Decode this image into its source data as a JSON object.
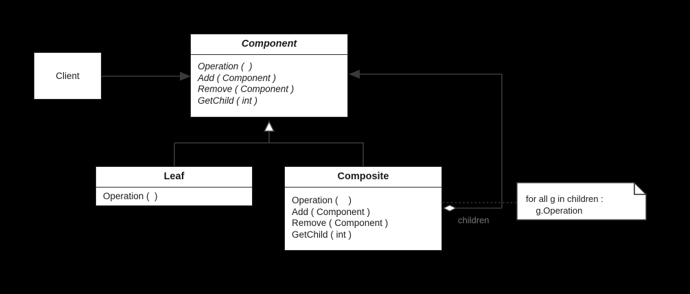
{
  "diagram": {
    "type": "uml-class-diagram",
    "pattern_name": "Composite",
    "background_color": "#000000",
    "box_fill": "#ffffff",
    "line_color": "#3a3a3a",
    "text_color": "#1a1a1a",
    "label_color": "#777777"
  },
  "classes": {
    "client": {
      "name": "Client",
      "abstract": false,
      "operations": []
    },
    "component": {
      "name": "Component",
      "abstract": true,
      "operations": [
        "Operation (  )",
        "Add ( Component )",
        "Remove ( Component )",
        "GetChild ( int )"
      ]
    },
    "leaf": {
      "name": "Leaf",
      "abstract": false,
      "operations": [
        "Operation (  )"
      ]
    },
    "composite": {
      "name": "Composite",
      "abstract": false,
      "operations": [
        "Operation (    )",
        "Add ( Component )",
        "Remove ( Component )",
        "GetChild ( int )"
      ]
    }
  },
  "relationships": {
    "client_to_component": {
      "kind": "association",
      "arrow": "open-arrow"
    },
    "leaf_to_component": {
      "kind": "generalization",
      "arrow": "hollow-triangle"
    },
    "composite_to_component": {
      "kind": "generalization",
      "arrow": "hollow-triangle"
    },
    "composite_aggregation": {
      "kind": "aggregation",
      "arrow": "hollow-diamond",
      "label": "children"
    }
  },
  "note": {
    "line1": "for all g in children :",
    "line2": "    g.Operation",
    "attached_to": "Composite.Operation"
  }
}
